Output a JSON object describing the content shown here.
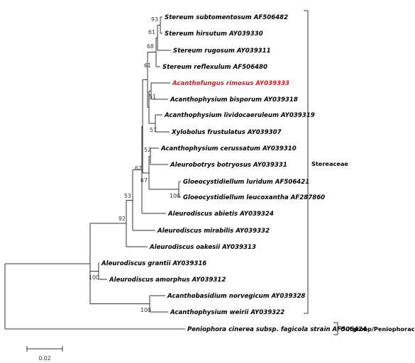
{
  "colors": {
    "branch": "#333333",
    "text": "#000000",
    "highlight": "#e8141b"
  },
  "taxa": [
    {
      "id": "t1",
      "name": "Stereum subtomentosum AF506482"
    },
    {
      "id": "t2",
      "name": "Stereum hirsutum AY039330"
    },
    {
      "id": "t3",
      "name": "Stereum rugosum AY039311"
    },
    {
      "id": "t4",
      "name": "Stereum reflexulum AF506480"
    },
    {
      "id": "t5",
      "name": "Acanthofungus rimosus AY039333",
      "highlight": true
    },
    {
      "id": "t6",
      "name": "Acanthophysium bisporum AY039318"
    },
    {
      "id": "t7",
      "name": "Acanthophysium lividocaeruleum AY039319"
    },
    {
      "id": "t8",
      "name": "Xylobolus frustulatus AY039307"
    },
    {
      "id": "t9",
      "name": "Acanthophysium cerussatum AY039310"
    },
    {
      "id": "t10",
      "name": "Aleurobotrys botryosus AY039331"
    },
    {
      "id": "t11",
      "name": "Gloeocystidiellum luridum AF506421"
    },
    {
      "id": "t12",
      "name": "Gloeocystidiellum leucoxantha AF287860"
    },
    {
      "id": "t13",
      "name": "Aleurodiscus abietis AY039324"
    },
    {
      "id": "t14",
      "name": "Aleurodiscus mirabilis AY039332"
    },
    {
      "id": "t15",
      "name": "Aleurodiscus oakesii AY039313"
    },
    {
      "id": "t16",
      "name": "Aleurodiscus grantii AY039316"
    },
    {
      "id": "t17",
      "name": "Aleurodiscus amorphus AY039312"
    },
    {
      "id": "t18",
      "name": "Acanthobasidium norvegicum AY039328"
    },
    {
      "id": "t19",
      "name": "Acanthophysium weirii AY039322"
    },
    {
      "id": "t20",
      "name": "Peniophora cinerea subsp. fagicola strain AF506424"
    }
  ],
  "support_values": [
    {
      "id": "s_subtom_hirs",
      "value": "93"
    },
    {
      "id": "s_to_rug",
      "value": "61"
    },
    {
      "id": "s_to_refl",
      "value": "68"
    },
    {
      "id": "s_stereum",
      "value": "61"
    },
    {
      "id": "s_acanth",
      "value": "51"
    },
    {
      "id": "s_xylo",
      "value": "57"
    },
    {
      "id": "s_cer_bot",
      "value": "52"
    },
    {
      "id": "s_gloeo_grp",
      "value": "67"
    },
    {
      "id": "s_gloeo",
      "value": "100"
    },
    {
      "id": "s_core",
      "value": "62"
    },
    {
      "id": "s_mirab",
      "value": "53"
    },
    {
      "id": "s_stereaceae",
      "value": "92"
    },
    {
      "id": "s_grant_amor",
      "value": "100"
    },
    {
      "id": "s_acanthob",
      "value": "100"
    }
  ],
  "groups": [
    {
      "id": "g1",
      "label": "Stereaceae"
    },
    {
      "id": "g2",
      "label": "Outgroup/Peniophoraceae"
    }
  ],
  "scale_bar": {
    "label": "0.02"
  }
}
